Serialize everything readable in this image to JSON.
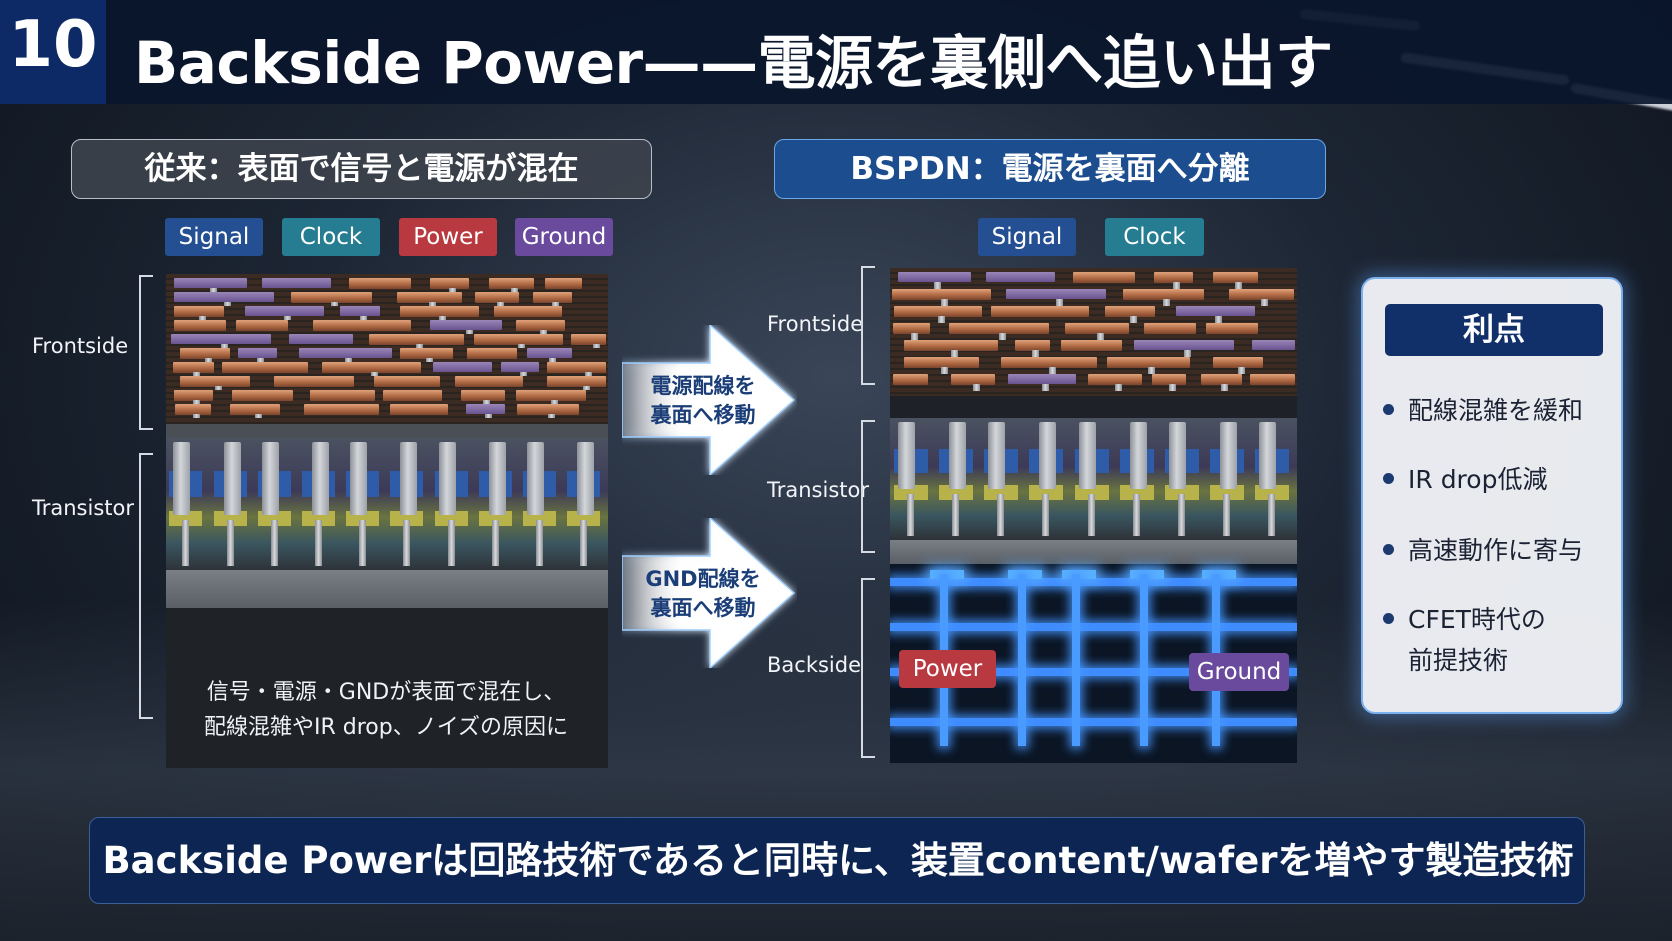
{
  "slide": {
    "number": "10",
    "title": "Backside Power——電源を裏側へ追い出す"
  },
  "left": {
    "header": "従来：表面で信号と電源が混在",
    "tags": [
      "Signal",
      "Clock",
      "Power",
      "Ground"
    ],
    "labels": {
      "frontside": "Frontside",
      "transistor": "Transistor"
    },
    "caption_line1": "信号・電源・GNDが表面で混在し、",
    "caption_line2": "配線混雑やIR drop、ノイズの原因に"
  },
  "arrows": {
    "power": {
      "line1": "電源配線を",
      "line2": "裏面へ移動"
    },
    "gnd": {
      "line1": "GND配線を",
      "line2": "裏面へ移動"
    }
  },
  "right": {
    "header": "BSPDN：電源を裏面へ分離",
    "tags": [
      "Signal",
      "Clock"
    ],
    "labels": {
      "frontside": "Frontside",
      "transistor": "Transistor",
      "backside": "Backside"
    },
    "backside_tags": {
      "power": "Power",
      "ground": "Ground"
    }
  },
  "benefits": {
    "title": "利点",
    "items": [
      {
        "line1": "配線混雑を緩和"
      },
      {
        "line1": "IR drop低減"
      },
      {
        "line1": "高速動作に寄与"
      },
      {
        "line1": "CFET時代の",
        "line2": "前提技術"
      }
    ]
  },
  "footer": "Backside Powerは回路技術であると同時に、装置content/waferを増やす製造技術",
  "colors": {
    "signal": "#244f93",
    "clock": "#267d92",
    "power": "#b8393f",
    "ground": "#6a4a9c",
    "header_bg": "#0d2a66",
    "footer_bg": "#0d2552",
    "glow": "#3f8cff"
  }
}
